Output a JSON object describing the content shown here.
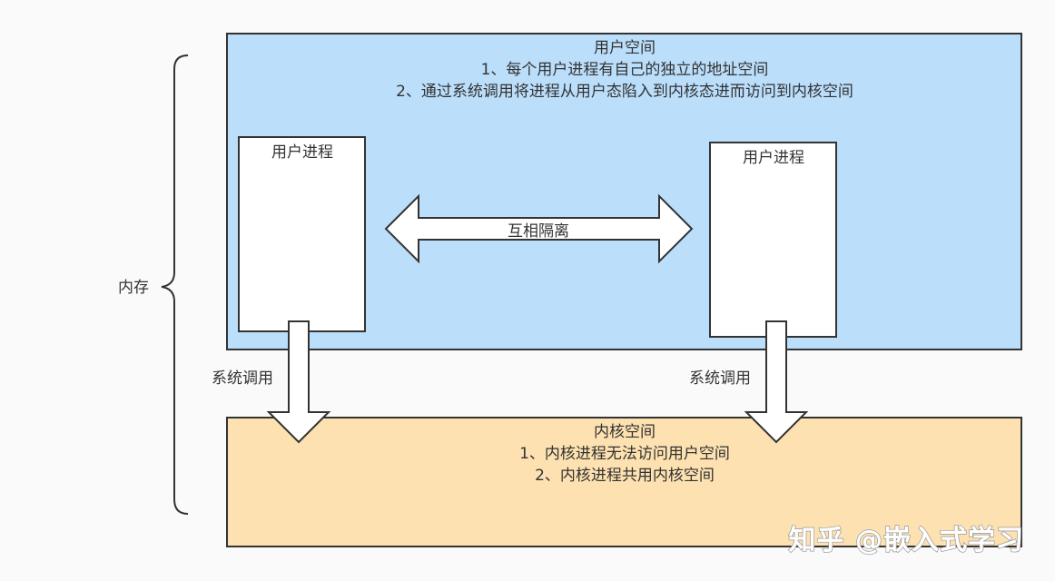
{
  "memory": {
    "label": "内存"
  },
  "user_space": {
    "title": "用户空间",
    "line1": "1、每个用户进程有自己的独立的地址空间",
    "line2": "2、通过系统调用将进程从用户态陷入到内核态进而访问到内核空间"
  },
  "processes": {
    "left_label": "用户进程",
    "right_label": "用户进程"
  },
  "isolation": {
    "label": "互相隔离"
  },
  "syscalls": {
    "left_label": "系统调用",
    "right_label": "系统调用"
  },
  "kernel_space": {
    "title": "内核空间",
    "line1": "1、内核进程无法访问用户空间",
    "line2": "2、内核进程共用内核空间"
  },
  "watermark": {
    "text": "知乎 @嵌入式学习"
  },
  "colors": {
    "user_space_fill": "#bbdefb",
    "kernel_space_fill": "#fde1b0",
    "process_fill": "#ffffff",
    "stroke": "#333333",
    "background": "#fafafa"
  }
}
